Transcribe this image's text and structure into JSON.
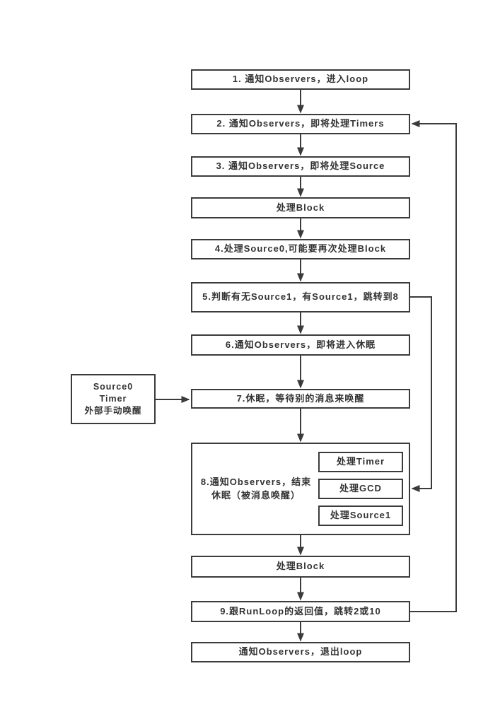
{
  "colors": {
    "line": "#3b3b3b",
    "text": "#333333",
    "background": "#ffffff"
  },
  "flowchart": {
    "nodes": {
      "step1": {
        "label": "1. 通知Observers，进入loop"
      },
      "step2": {
        "label": "2. 通知Observers，即将处理Timers"
      },
      "step3": {
        "label": "3. 通知Observers，即将处理Source"
      },
      "handle_block_1": {
        "label": "处理Block"
      },
      "step4": {
        "label": "4.处理Source0,可能要再次处理Block"
      },
      "step5": {
        "label": "5.判断有无Source1，有Source1，跳转到8"
      },
      "step6": {
        "label": "6.通知Observers，即将进入休眠"
      },
      "wakeup_sources": {
        "line1": "Source0",
        "line2": "Timer",
        "line3": "外部手动唤醒"
      },
      "step7": {
        "label": "7.休眠，等待别的消息来唤醒"
      },
      "step8": {
        "label": "8.通知Observers，结束休眠（被消息唤醒）"
      },
      "handle_timer": {
        "label": "处理Timer"
      },
      "handle_gcd": {
        "label": "处理GCD"
      },
      "handle_source1": {
        "label": "处理Source1"
      },
      "handle_block_2": {
        "label": "处理Block"
      },
      "step9": {
        "label": "9.跟RunLoop的返回值，跳转2或10"
      },
      "step10": {
        "label": "通知Observers，退出loop"
      }
    },
    "edges": [
      {
        "from": "step1",
        "to": "step2"
      },
      {
        "from": "step2",
        "to": "step3"
      },
      {
        "from": "step3",
        "to": "handle_block_1"
      },
      {
        "from": "handle_block_1",
        "to": "step4"
      },
      {
        "from": "step4",
        "to": "step5"
      },
      {
        "from": "step5",
        "to": "step6"
      },
      {
        "from": "step6",
        "to": "step7"
      },
      {
        "from": "wakeup_sources",
        "to": "step7"
      },
      {
        "from": "step7",
        "to": "step8"
      },
      {
        "from": "step5",
        "to": "step8",
        "note": "有Source1 跳转到8"
      },
      {
        "from": "step8",
        "to": "handle_block_2"
      },
      {
        "from": "handle_block_2",
        "to": "step9"
      },
      {
        "from": "step9",
        "to": "step10"
      },
      {
        "from": "step9",
        "to": "step2",
        "note": "跳转2"
      }
    ]
  }
}
